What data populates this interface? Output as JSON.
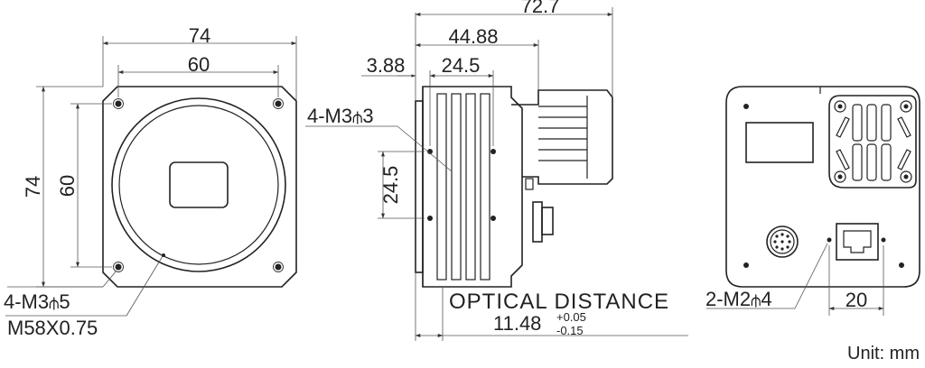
{
  "front_view": {
    "width_outer": "74",
    "width_holes": "60",
    "height_outer": "74",
    "height_holes": "60",
    "holes_label": "4-M3",
    "holes_depth": "5",
    "thread_label": "M58X0.75"
  },
  "side_view": {
    "length_total": "72.7",
    "length_body": "44.88",
    "flange_offset": "3.88",
    "hole_spacing_h": "24.5",
    "hole_spacing_v": "24.5",
    "holes_label": "4-M3",
    "holes_depth": "3",
    "optical_distance_label": "OPTICAL DISTANCE",
    "optical_distance_value": "11.48",
    "tolerance_upper": "+0.05",
    "tolerance_lower": "-0.15"
  },
  "rear_view": {
    "holes_label": "2-M2",
    "holes_depth": "4",
    "hole_spacing": "20"
  },
  "units": "Unit: mm",
  "colors": {
    "line": "#222222",
    "background": "#ffffff"
  }
}
